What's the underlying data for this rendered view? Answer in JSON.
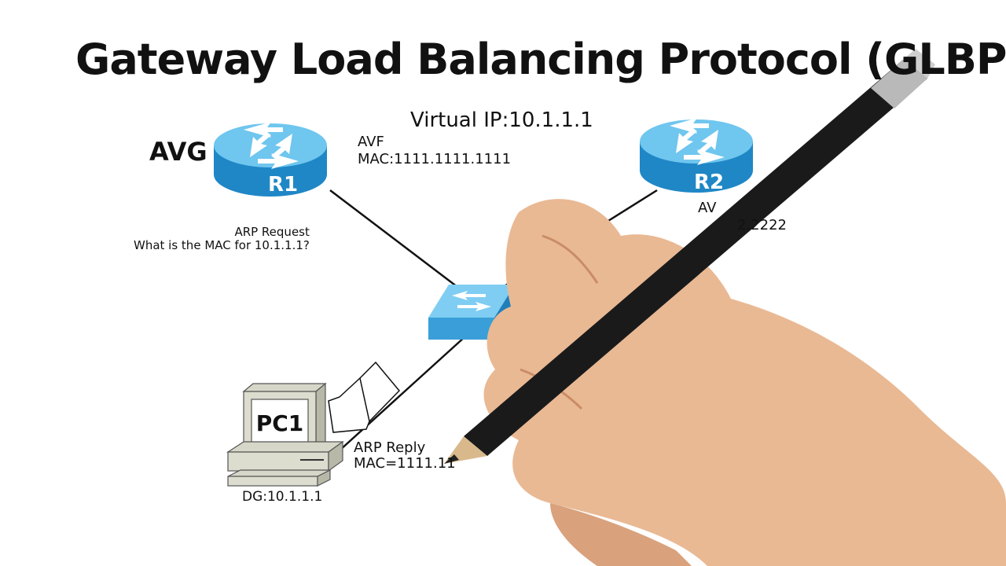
{
  "title": "Gateway Load Balancing Protocol (GLBP)",
  "virtual_ip": "Virtual IP:10.1.1.1",
  "avg_label": "AVG",
  "r1": {
    "name": "R1",
    "role": "AVF",
    "mac": "MAC:1111.1111.1111"
  },
  "r2": {
    "name": "R2",
    "role": "AV",
    "mac": "2.2222"
  },
  "arp_request": {
    "line1": "ARP Request",
    "line2": "What is the MAC for 10.1.1.1?"
  },
  "arp_reply": {
    "line1": "ARP Reply",
    "line2": "MAC=1111.11"
  },
  "pc": {
    "name": "PC1",
    "dg": "DG:10.1.1.1"
  },
  "colors": {
    "router_top": "#6fc6ee",
    "router_side": "#1f87c6",
    "switch": "#5bb8e8"
  }
}
